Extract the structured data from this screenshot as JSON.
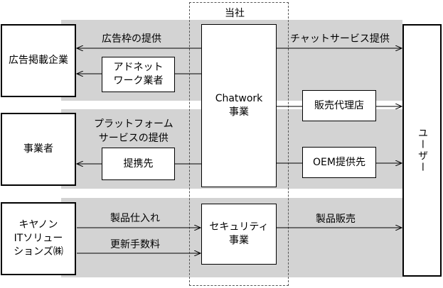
{
  "company_label": "当社",
  "boxes": {
    "ad_companies": "広告掲載企業",
    "ad_network": "アドネット\nワーク業者",
    "chatwork": "Chatwork\n事業",
    "users": "ユーザー",
    "businesses": "事業者",
    "partners": "提携先",
    "resellers": "販売代理店",
    "oem": "OEM提供先",
    "canon": "キヤノン\nITソリュー\nションズ㈱",
    "security": "セキュリティ\n事業"
  },
  "flows": {
    "ad_slot": "広告枠の提供",
    "chat_service": "チャットサービス提供",
    "platform_service": "プラットフォーム\nサービスの提供",
    "product_purchase": "製品仕入れ",
    "renewal_fee": "更新手数料",
    "product_sales": "製品販売"
  }
}
